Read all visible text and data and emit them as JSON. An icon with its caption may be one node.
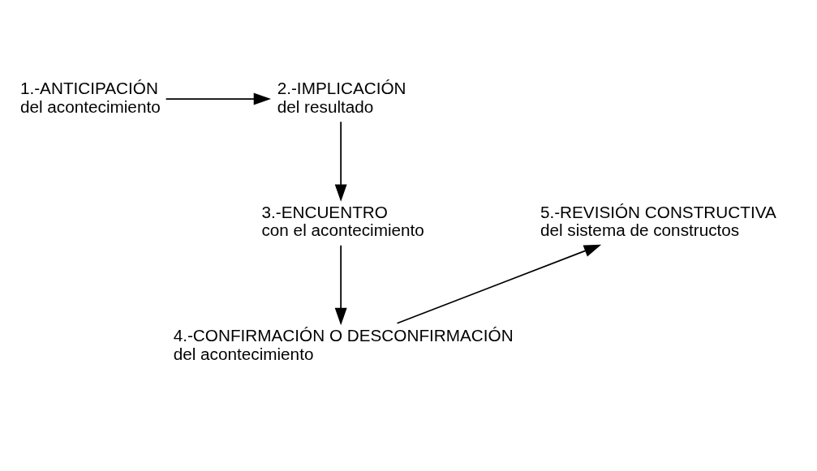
{
  "diagram": {
    "nodes": [
      {
        "text": [
          "1.-ANTICIPACIÓN",
          "del acontecimiento"
        ]
      },
      {
        "text": [
          "2.-IMPLICACIÓN",
          "del resultado"
        ]
      },
      {
        "text": [
          "3.-ENCUENTRO",
          "con el acontecimiento"
        ]
      },
      {
        "text": [
          "4.-CONFIRMACIÓN O DESCONFIRMACIÓN",
          "del acontecimiento"
        ]
      },
      {
        "text": [
          "5.-REVISIÓN CONSTRUCTIVA",
          "del sistema de constructos"
        ]
      }
    ],
    "edges": [
      {
        "from": 0,
        "to": 1,
        "arrow": "to"
      },
      {
        "from": 1,
        "to": 2,
        "arrow": "to"
      },
      {
        "from": 2,
        "to": 3,
        "arrow": "to"
      },
      {
        "from": 3,
        "to": 4,
        "arrow": "to"
      }
    ]
  }
}
